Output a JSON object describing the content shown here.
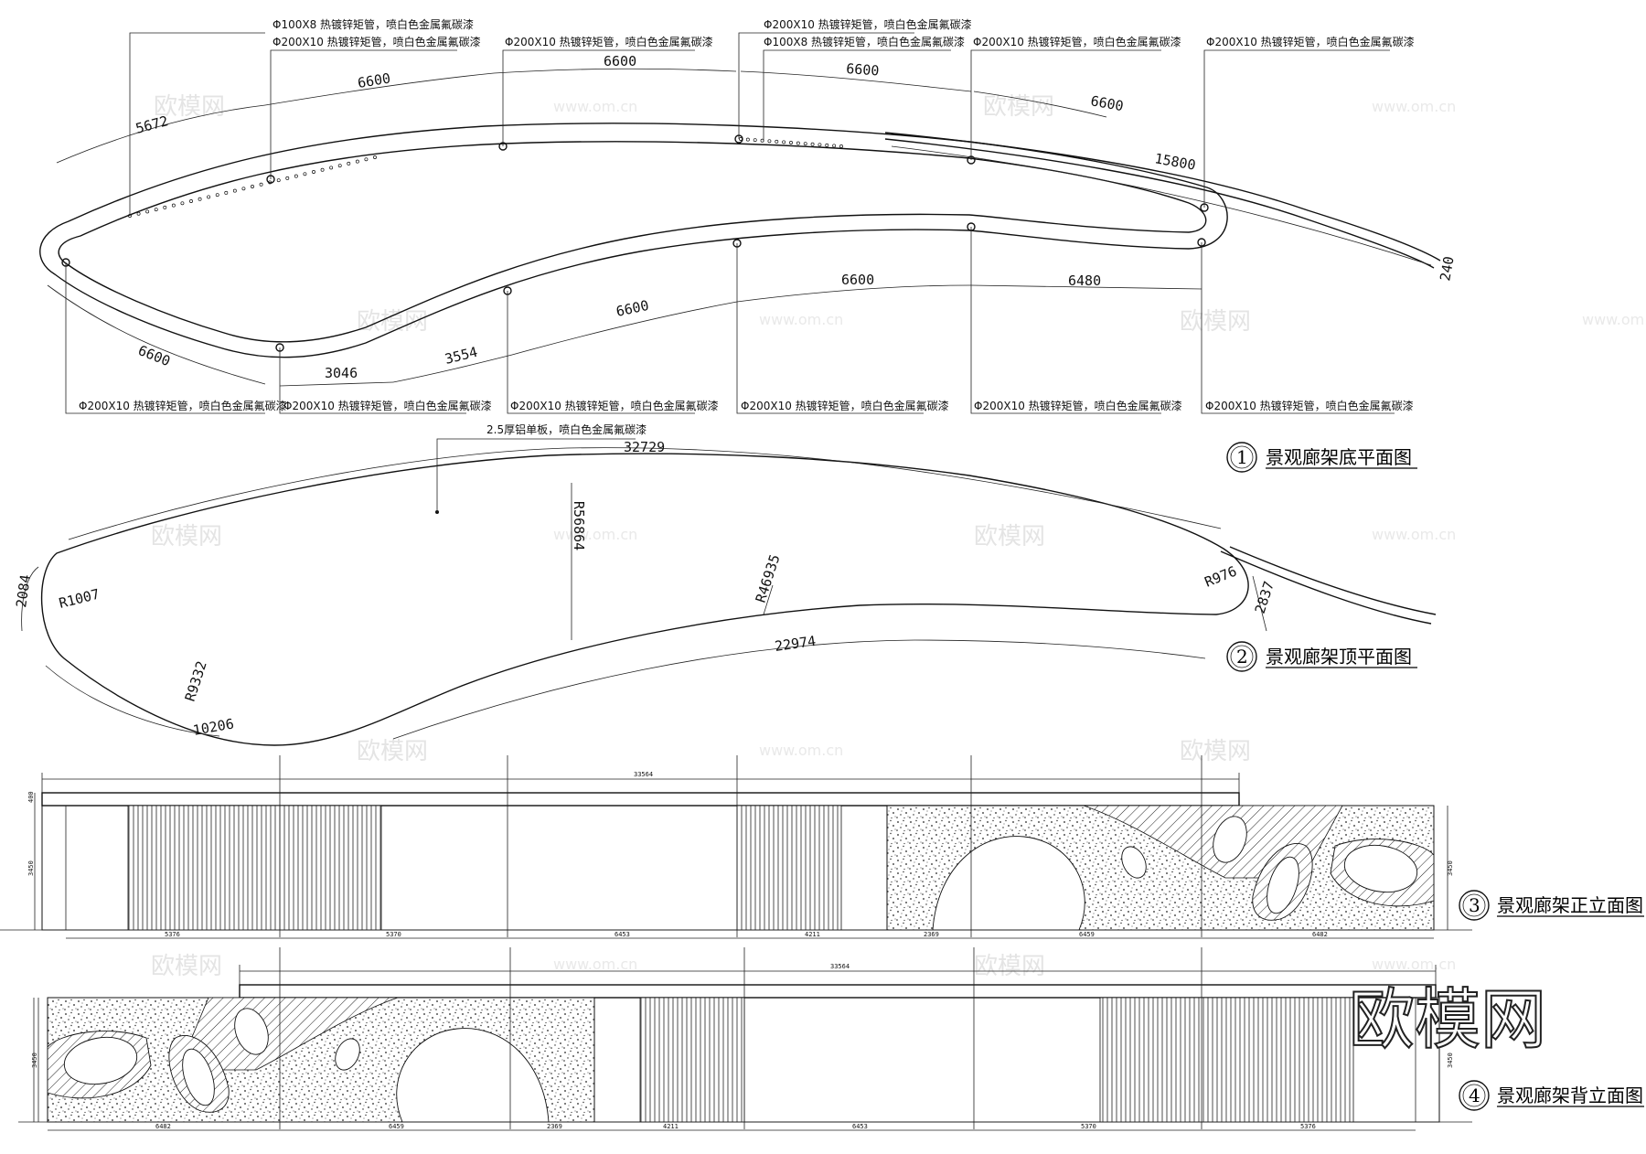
{
  "watermark": {
    "text": "欧模网",
    "url": "www.om.cn",
    "big": "欧模网"
  },
  "plan1": {
    "title_num": "1",
    "title": "景观廊架底平面图",
    "notes_top": [
      "Φ100X8 热镀锌矩管，喷白色金属氟碳漆",
      "Φ200X10 热镀锌矩管，喷白色金属氟碳漆",
      "Φ200X10 热镀锌矩管，喷白色金属氟碳漆",
      "Φ200X10 热镀锌矩管，喷白色金属氟碳漆",
      "Φ100X8 热镀锌矩管，喷白色金属氟碳漆",
      "Φ200X10 热镀锌矩管，喷白色金属氟碳漆",
      "Φ200X10 热镀锌矩管，喷白色金属氟碳漆"
    ],
    "notes_bottom": [
      "Φ200X10 热镀锌矩管，喷白色金属氟碳漆",
      "Φ200X10 热镀锌矩管，喷白色金属氟碳漆",
      "Φ200X10 热镀锌矩管，喷白色金属氟碳漆",
      "Φ200X10 热镀锌矩管，喷白色金属氟碳漆",
      "Φ200X10 热镀锌矩管，喷白色金属氟碳漆",
      "Φ200X10 热镀锌矩管，喷白色金属氟碳漆"
    ],
    "dims": [
      "5672",
      "6600",
      "6600",
      "6600",
      "6600",
      "15800",
      "240",
      "6600",
      "3046",
      "3554",
      "6600",
      "6600",
      "6480"
    ]
  },
  "plan2": {
    "title_num": "2",
    "title": "景观廊架顶平面图",
    "note": "2.5厚铝单板，喷白色金属氟碳漆",
    "dims": [
      "32729",
      "R56864",
      "2084",
      "R1007",
      "R46935",
      "R976",
      "2837",
      "22974",
      "R9332",
      "10206"
    ]
  },
  "elev3": {
    "title_num": "3",
    "title": "景观廊架正立面图",
    "overall": "33564",
    "height": "3450",
    "top": "400",
    "spans": [
      "5376",
      "5370",
      "6453",
      "4211",
      "2369",
      "6459",
      "6482"
    ]
  },
  "elev4": {
    "title_num": "4",
    "title": "景观廊架背立面图",
    "overall": "33564",
    "height": "3450",
    "spans": [
      "6482",
      "6459",
      "2369",
      "4211",
      "6453",
      "5370",
      "5376"
    ]
  }
}
